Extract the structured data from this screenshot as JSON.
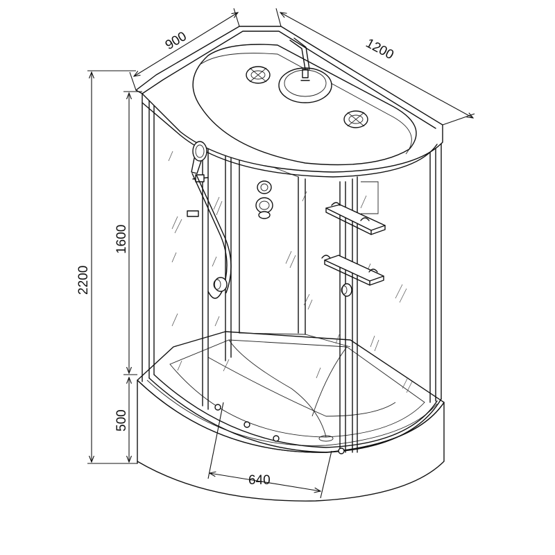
{
  "dimensions": {
    "depth": "900",
    "length": "1200",
    "total_height": "2200",
    "cabin_height": "1600",
    "tray_height": "500",
    "tray_depth": "640"
  }
}
